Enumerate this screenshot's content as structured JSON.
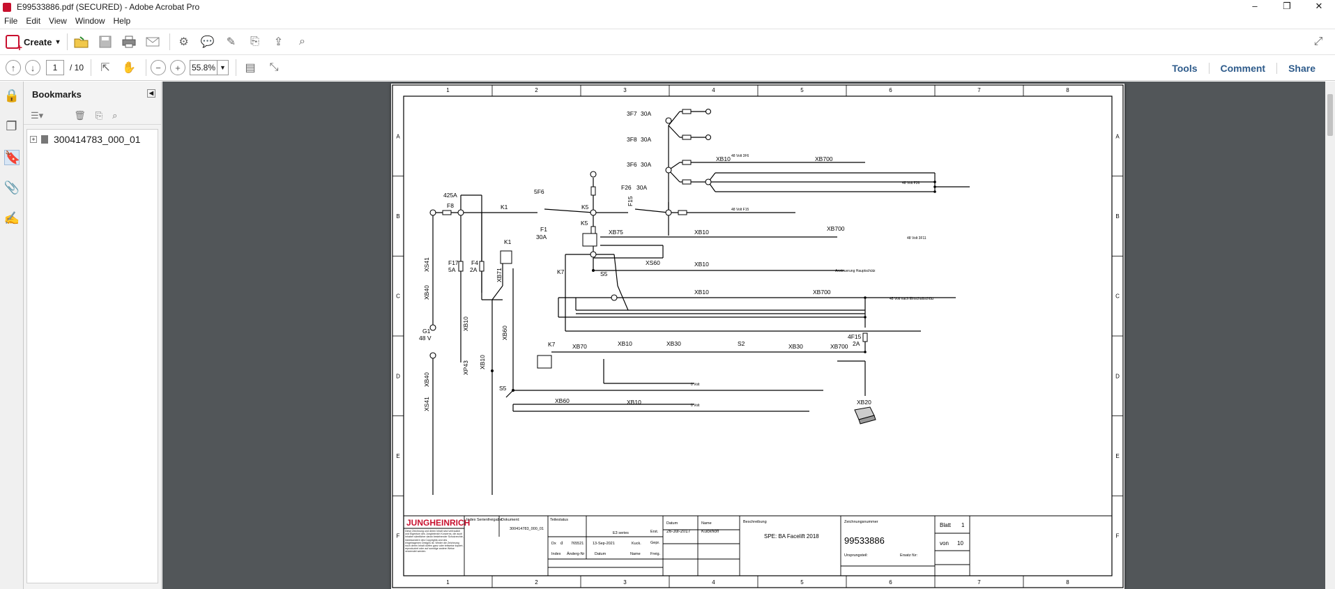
{
  "window": {
    "title": "E99533886.pdf (SECURED) - Adobe Acrobat Pro",
    "controls": [
      "–",
      "❐",
      "✕"
    ]
  },
  "menu": [
    "File",
    "Edit",
    "View",
    "Window",
    "Help"
  ],
  "toolbar": {
    "create_label": "Create",
    "create_caret": "▾"
  },
  "nav": {
    "page_current": "1",
    "page_total": "/ 10",
    "zoom": "55.8%"
  },
  "right_tools": [
    "Tools",
    "Comment",
    "Share"
  ],
  "bookmarks": {
    "header": "Bookmarks",
    "items": [
      {
        "label": "300414783_000_01"
      }
    ]
  },
  "drawing": {
    "col_numbers": [
      "1",
      "2",
      "3",
      "4",
      "5",
      "6",
      "7",
      "8"
    ],
    "row_letters": [
      "A",
      "B",
      "C",
      "D",
      "E",
      "F"
    ],
    "labels": {
      "f7": "3F7",
      "f8": "3F8",
      "f6": "3F6",
      "f26": "F26",
      "a30": "30A",
      "xb10": "XB10",
      "xb700": "XB700",
      "xb75": "XB75",
      "xs60": "XS60",
      "k1": "K1",
      "k5": "K5",
      "k7": "K7",
      "f1": "F1",
      "f15": "F15",
      "f5f6": "5F6",
      "f8b": "F8",
      "a425": "425A",
      "f17": "F17",
      "a5": "5A",
      "f4": "F4",
      "a2": "2A",
      "xs41": "XS41",
      "xb40": "XB40",
      "g1": "G1",
      "v48": "48 V",
      "xb71": "XB71",
      "xb60": "XB60",
      "xp43": "XP43",
      "s5": "S5",
      "s2": "S2",
      "xb70": "XB70",
      "xb30": "XB30",
      "f4f15": "4F15",
      "xb20": "XB20",
      "v48f": "48 Volt 3F6",
      "v48f26": "48 Volt F26",
      "v48f15": "48 Volt F15",
      "v48f11": "48 Volt 3F11",
      "ansteuerung": "Ansteuerung Hauptschütz",
      "v48nach": "48 Volt nach Einschaltschütz",
      "v0": "0 Volt"
    },
    "titleblock": {
      "brand": "JUNGHEINRICH",
      "index_label": "Index Serienfreigabe:",
      "dokument_label": "Dokument:",
      "dokument_value": "300414783_000_01",
      "teilestatus": "Teilestatus",
      "series": "E3 series",
      "datum": "Datum",
      "name": "Name",
      "erst": "Erst.",
      "erst_date": "26-Jul-2017",
      "erst_name": "Kuckhoff",
      "gepr": "Gepr.",
      "freig": "Freig.",
      "beschreibung_label": "Beschreibung",
      "beschreibung_value": "SPE: BA Facelift 2018",
      "zeichnung_label": "Zeichnungsnummer",
      "zeichnung_value": "99533886",
      "ursprungsteil": "Ursprungsteil:",
      "ersatz": "Ersatz für:",
      "blatt_label": "Blatt",
      "blatt_value": "1",
      "von_label": "von",
      "von_value": "10",
      "rev_dx": "Dx",
      "rev_d": "d",
      "rev_num": "765521",
      "rev_date": "13-Sep-2021",
      "rev_name": "Kuck.",
      "col_index": "Index",
      "col_aend": "Änderg-Nr",
      "col_datum": "Datum",
      "col_name": "Name",
      "legal": "Diese Zeichnung und deren Inhalt sind vertraulich und Eigentum des Jungheinrich Konzerns, die auch Inhaber sämtlicher daran bestehender Schutzrechte, insbesondere des Copyrights und des eingetragenen Designs ist. Weder die Zeichnung noch deren Inhalt dürfen ganz oder teilweise kopiert, reproduziert oder auf sonstige andere Weise verwendet werden."
    }
  }
}
